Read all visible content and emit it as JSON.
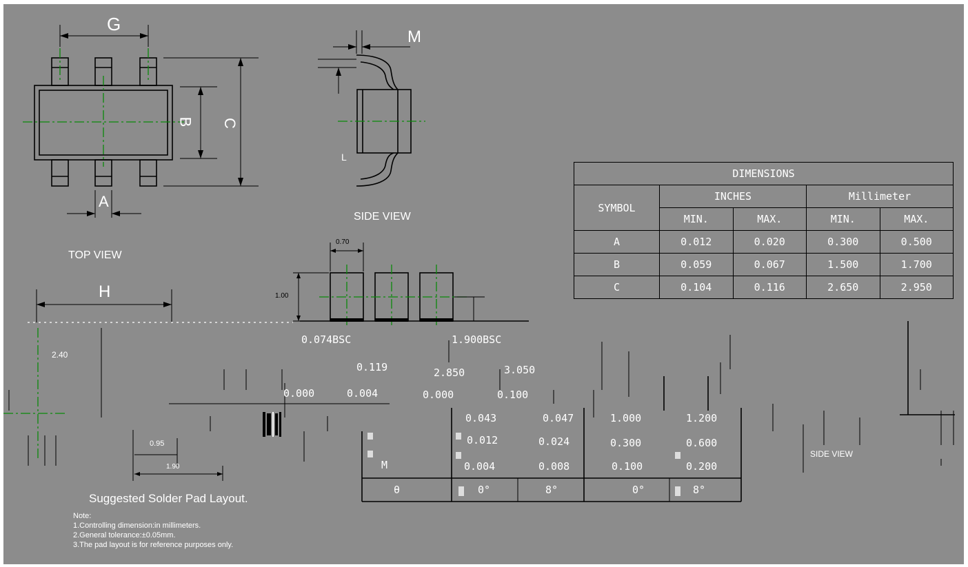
{
  "views": {
    "top_view_label": "TOP VIEW",
    "side_view_label": "SIDE VIEW",
    "side_view_label_2": "SIDE VIEW",
    "dim_G": "G",
    "dim_M": "M",
    "dim_B": "B",
    "dim_C": "C",
    "dim_A": "A",
    "dim_H": "H",
    "dim_L": "L"
  },
  "pad_layout": {
    "title": "Suggested Solder Pad Layout.",
    "dim_width": "0.70",
    "dim_height": "1.00",
    "dim_240": "2.40",
    "dim_095": "0.95",
    "dim_190": "1.90"
  },
  "table": {
    "header": "DIMENSIONS",
    "symbol_label": "SYMBOL",
    "inches_label": "INCHES",
    "mm_label": "Millimeter",
    "min_label": "MIN.",
    "max_label": "MAX.",
    "rows": [
      {
        "sym": "A",
        "in_min": "0.012",
        "in_max": "0.020",
        "mm_min": "0.300",
        "mm_max": "0.500"
      },
      {
        "sym": "B",
        "in_min": "0.059",
        "in_max": "0.067",
        "mm_min": "1.500",
        "mm_max": "1.700"
      },
      {
        "sym": "C",
        "in_min": "0.104",
        "in_max": "0.116",
        "mm_min": "2.650",
        "mm_max": "2.950"
      }
    ],
    "frag_g_in": "0.074BSC",
    "frag_g_mm": "1.900BSC",
    "frag_h_in": "0.119",
    "frag_h_mm1": "2.850",
    "frag_h_mm2": "3.050",
    "frag_j_in": "0.000",
    "frag_j_in2": "0.004",
    "frag_j_mm": "0.000",
    "frag_j_mm2": "0.100",
    "frag_k_in": "0.043",
    "frag_k_in2": "0.047",
    "frag_k_mm": "1.000",
    "frag_k_mm2": "1.200",
    "frag_l_in": "0.012",
    "frag_l_in2": "0.024",
    "frag_l_mm": "0.300",
    "frag_l_mm2": "0.600",
    "frag_m_sym": "M",
    "frag_m_in": "0.004",
    "frag_m_in2": "0.008",
    "frag_m_mm": "0.100",
    "frag_m_mm2": "0.200",
    "frag_t_sym": "θ",
    "frag_t_1": "0°",
    "frag_t_2": "8°",
    "frag_t_3": "0°",
    "frag_t_4": "8°"
  },
  "notes": {
    "heading": "Note:",
    "line1": "1.Controlling dimension:in millimeters.",
    "line2": "2.General tolerance:±0.05mm.",
    "line3": "3.The pad layout is for reference purposes only."
  }
}
